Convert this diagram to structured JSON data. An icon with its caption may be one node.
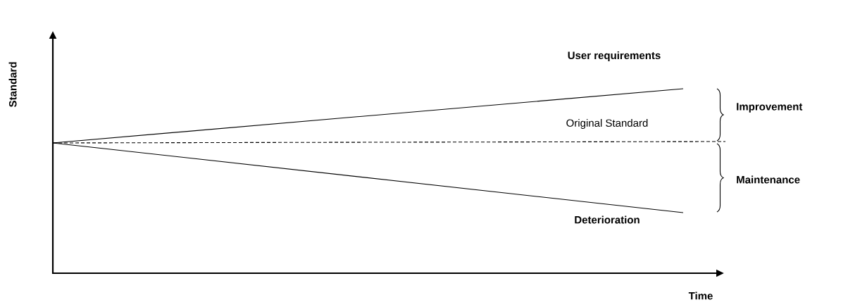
{
  "diagram": {
    "labels": [
      "Standard",
      "User requirements",
      "Original Standard",
      "Improvement",
      "Maintenance",
      "Deterioration",
      "Time"
    ]
  }
}
